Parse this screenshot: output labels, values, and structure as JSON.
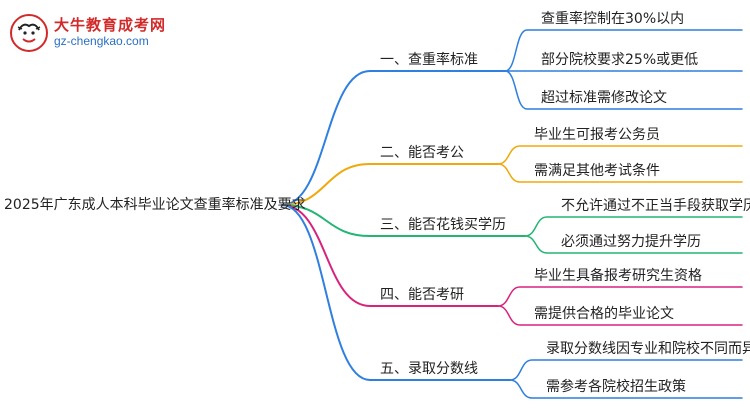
{
  "logo": {
    "title": "大牛教育成考网",
    "url": "gz-chengkao.com",
    "badge_icon": "ox-mascot-icon"
  },
  "root": {
    "label": "2025年广东成人本科毕业论文查重率标准及要求"
  },
  "branches": [
    {
      "label": "一、查重率标准",
      "color": "#2f7fe0",
      "leaves": [
        "查重率控制在30%以内",
        "部分院校要求25%或更低",
        "超过标准需修改论文"
      ]
    },
    {
      "label": "二、能否考公",
      "color": "#f0a90c",
      "leaves": [
        "毕业生可报考公务员",
        "需满足其他考试条件"
      ]
    },
    {
      "label": "三、能否花钱买学历",
      "color": "#22b573",
      "leaves": [
        "不允许通过不正当手段获取学历",
        "必须通过努力提升学历"
      ]
    },
    {
      "label": "四、能否考研",
      "color": "#d8237d",
      "leaves": [
        "毕业生具备报考研究生资格",
        "需提供合格的毕业论文"
      ]
    },
    {
      "label": "五、录取分数线",
      "color": "#2f7fe0",
      "leaves": [
        "录取分数线因专业和院校不同而异",
        "需参考各院校招生政策"
      ]
    }
  ]
}
